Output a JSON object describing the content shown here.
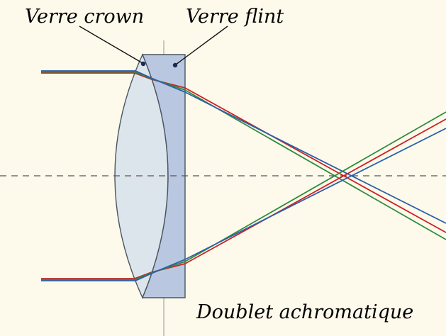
{
  "diagram": {
    "labels": {
      "crown": "Verre crown",
      "flint": "Verre flint",
      "caption": "Doublet achromatique"
    },
    "colors": {
      "background": "#fdfaec",
      "ray_red": "#cc2222",
      "ray_green": "#2e8b3d",
      "ray_blue": "#2b5fa8",
      "crown_fill": "#dde5ec",
      "flint_fill": "#b9c8e0",
      "lens_outline": "#4a5560",
      "axis_line": "#555555",
      "pointer_dot": "#1b2a55"
    }
  }
}
